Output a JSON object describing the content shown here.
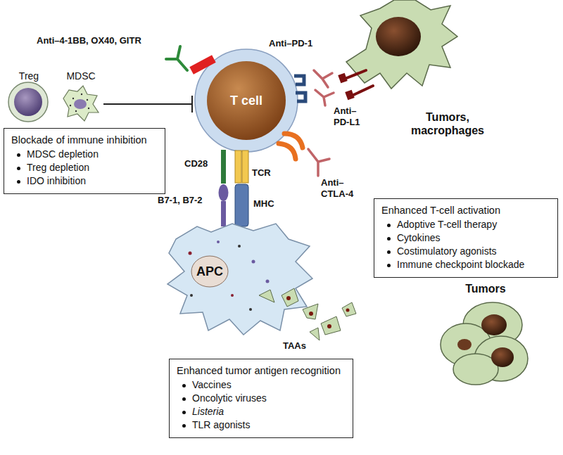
{
  "diagram": {
    "nodes": [
      {
        "text": [
          "Treg"
        ]
      },
      {
        "text": [
          "MDSC"
        ]
      },
      {
        "text": [
          "T cell"
        ]
      },
      {
        "text": [
          "Tumors, macrophages"
        ]
      },
      {
        "text": [
          "Blockade of immune inhibition",
          "MDSC depletion",
          "Treg depletion",
          "IDO inhibition"
        ]
      },
      {
        "text": [
          "Enhanced T-cell activation",
          "Adoptive T-cell therapy",
          "Cytokines",
          "Costimulatory agonists",
          "Immune checkpoint blockade"
        ]
      },
      {
        "text": [
          "APC"
        ]
      },
      {
        "text": [
          "Tumors"
        ]
      },
      {
        "text": [
          "Enhanced tumor antigen recognition",
          "Vaccines",
          "Oncolytic viruses",
          "Listeria",
          "TLR agonists"
        ]
      }
    ],
    "edges": [
      {
        "from": 1,
        "to": 2,
        "arrow": "to"
      }
    ],
    "labels": [
      "Anti–4-1BB, OX40, GITR",
      "Anti–PD-1",
      "Anti–PD-L1",
      "Anti–CTLA-4",
      "CD28",
      "TCR",
      "B7-1, B7-2",
      "MHC",
      "TAAs"
    ]
  }
}
